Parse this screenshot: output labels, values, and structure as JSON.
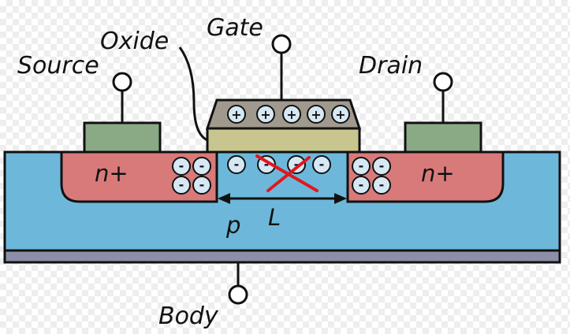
{
  "labels": {
    "gate": "Gate",
    "oxide": "Oxide",
    "source": "Source",
    "drain": "Drain",
    "body": "Body",
    "source_region": "n+",
    "drain_region": "n+",
    "substrate": "p",
    "channel_length": "L"
  },
  "charges": {
    "positive": "+",
    "negative": "-"
  },
  "colors": {
    "substrate": "#6db8da",
    "n_plus": "#d87a7a",
    "oxide": "#c8c68e",
    "gate": "#a09a8e",
    "contact": "#8aaa86",
    "body_contact": "#8d8ea8",
    "charge": "#d6e8f4",
    "cross": "#e0171e"
  }
}
